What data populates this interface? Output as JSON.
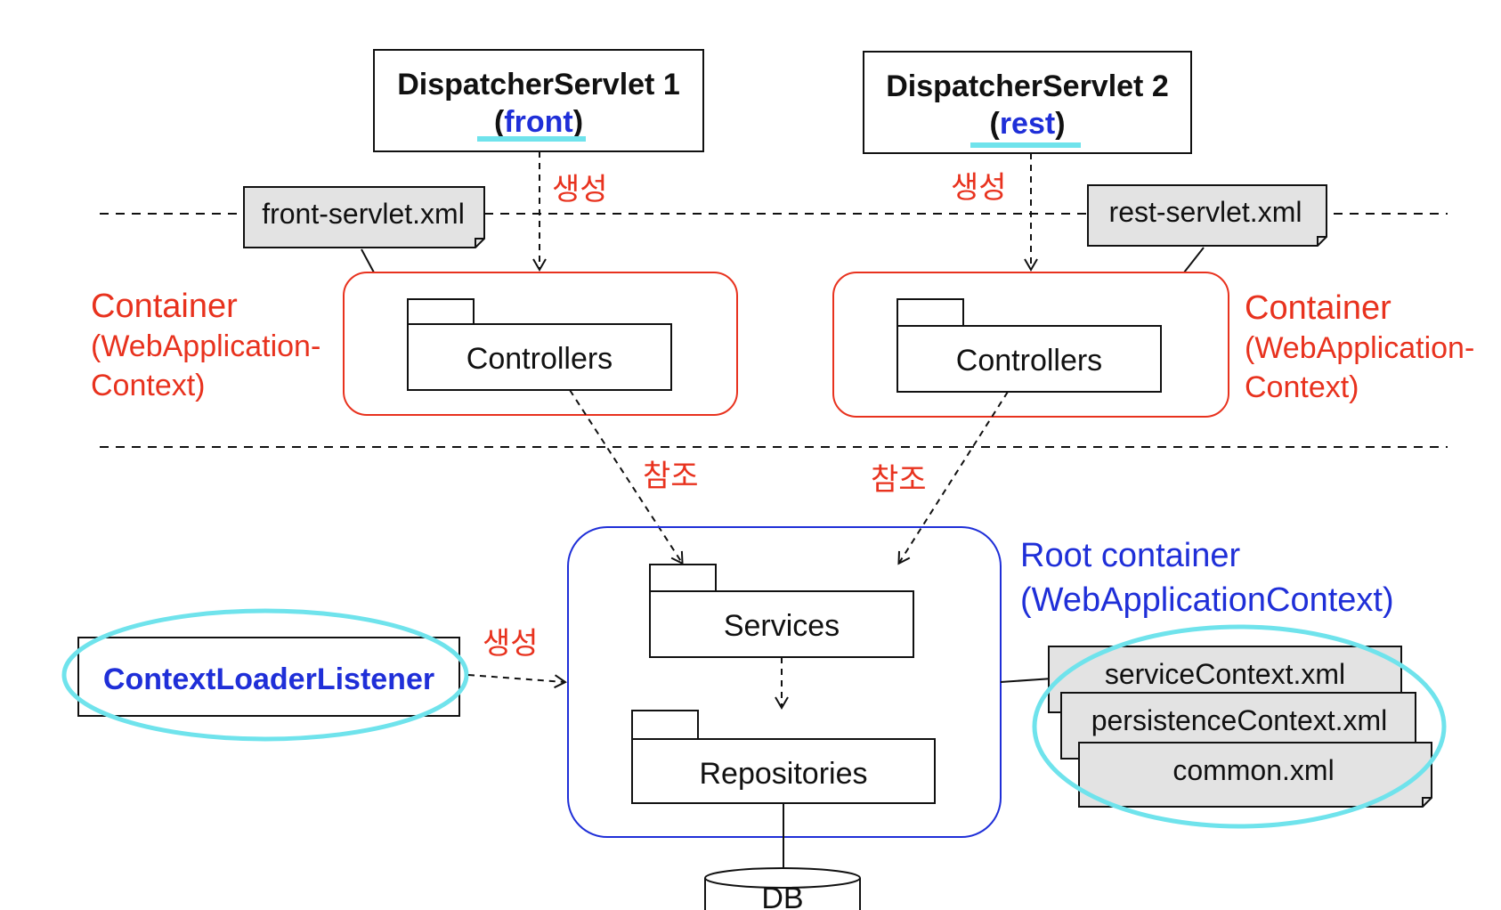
{
  "servlets": [
    {
      "title": "DispatcherServlet 1",
      "paren_open": "(",
      "name": "front",
      "paren_close": ")"
    },
    {
      "title": "DispatcherServlet 2",
      "paren_open": "(",
      "name": "rest",
      "paren_close": ")"
    }
  ],
  "notes": {
    "front": "front-servlet.xml",
    "rest": "rest-servlet.xml",
    "root": [
      "serviceContext.xml",
      "persistenceContext.xml",
      "common.xml"
    ]
  },
  "labels": {
    "create": "생성",
    "reference": "참조",
    "container_title": "Container",
    "container_line2": "(WebApplication-",
    "container_line3": "Context)",
    "root_title": "Root container",
    "root_line2": "(WebApplicationContext)"
  },
  "packages": {
    "controllers": "Controllers",
    "services": "Services",
    "repositories": "Repositories",
    "db": "DB"
  },
  "listener": "ContextLoaderListener",
  "colors": {
    "red": "#e8321e",
    "blue": "#1f2fd8",
    "highlight": "#6fe3ec",
    "note_fill": "#e3e3e3"
  }
}
